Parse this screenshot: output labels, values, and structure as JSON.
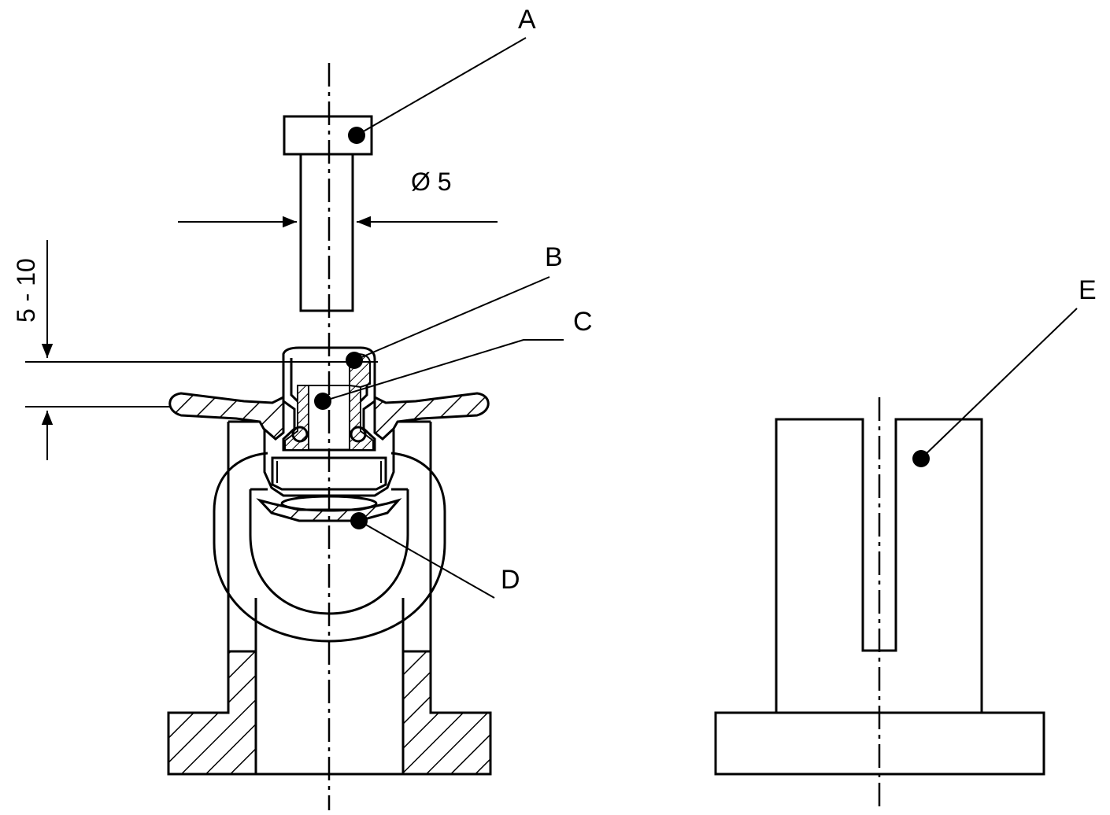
{
  "diagram": {
    "labels": {
      "a": "A",
      "b": "B",
      "c": "C",
      "d": "D",
      "e": "E"
    },
    "dimensions": {
      "diameter": "Ø 5",
      "gap": "5 - 10"
    }
  }
}
